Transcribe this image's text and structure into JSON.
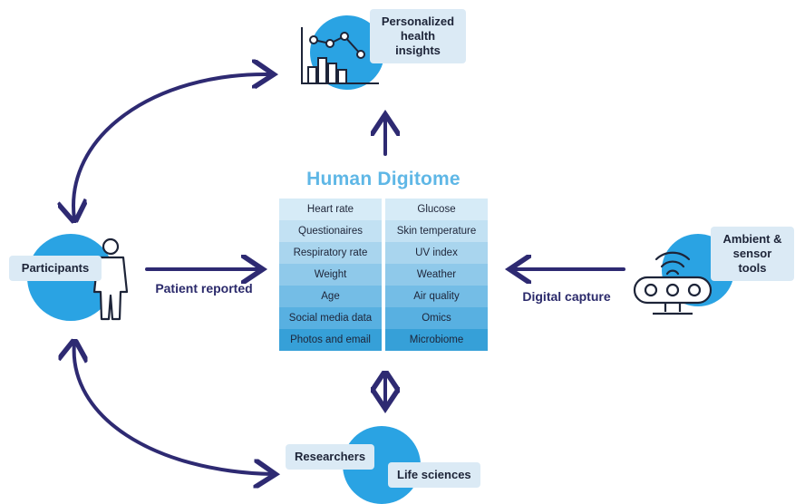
{
  "title": "Human Digitome",
  "left_column": [
    "Heart rate",
    "Questionaires",
    "Respiratory rate",
    "Weight",
    "Age",
    "Social media data",
    "Photos and email"
  ],
  "right_column": [
    "Glucose",
    "Skin temperature",
    "UV index",
    "Weather",
    "Air quality",
    "Omics",
    "Microbiome"
  ],
  "row_colors": [
    "#d6ebf7",
    "#c2e1f3",
    "#a9d5ee",
    "#8fc9ea",
    "#74bde6",
    "#58b0e1",
    "#36a0d8"
  ],
  "nodes": {
    "insights": "Personalized health insights",
    "participants": "Participants",
    "sensors": "Ambient & sensor tools",
    "researchers": "Researchers",
    "life_sciences": "Life sciences"
  },
  "flows": {
    "patient_reported": "Patient reported",
    "digital_capture": "Digital capture"
  },
  "colors": {
    "arrow": "#2e2a72",
    "accent_blue": "#2aa3e3",
    "title_blue": "#5fb7e6",
    "label_bg": "#dbeaf5"
  }
}
